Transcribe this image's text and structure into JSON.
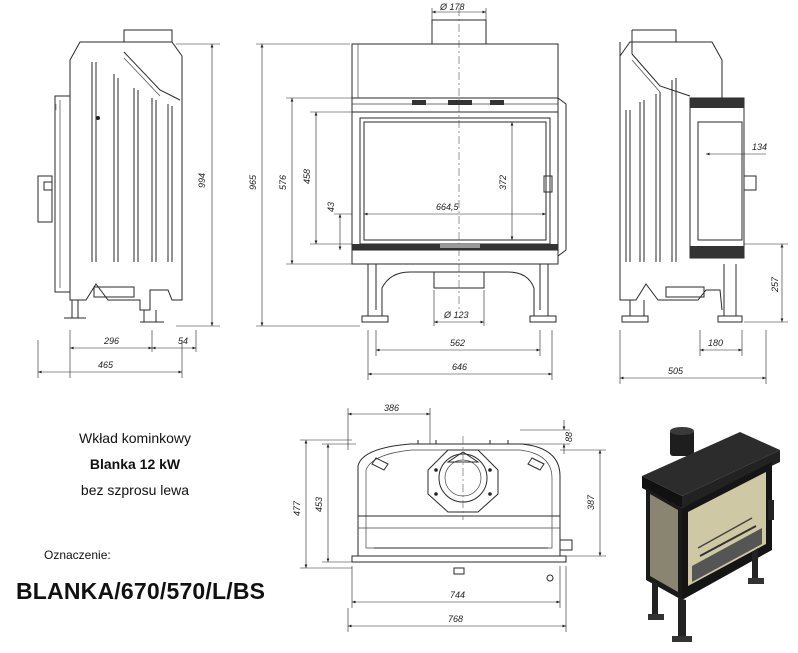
{
  "product": {
    "line1": "Wkład kominkowy",
    "line2": "Blanka 12 kW",
    "line3": "bez szprosu lewa",
    "code_label": "Oznaczenie:",
    "code": "BLANKA/670/570/L/BS"
  },
  "dimensions": {
    "side_left": {
      "height": "994",
      "depth_inner": "296",
      "offset": "54",
      "depth_total": "465"
    },
    "front": {
      "flue": "Ø 178",
      "height_total": "965",
      "door_height": "576",
      "glass_height": "458",
      "bottom_offset": "43",
      "glass_width": "664,5",
      "inner_height": "372",
      "air_inlet": "Ø 123",
      "base_width": "562",
      "width_total": "646"
    },
    "side_right": {
      "glass_width": "134",
      "air_height": "257",
      "base_depth": "180",
      "depth_total": "505"
    },
    "top": {
      "flue_offset": "386",
      "rear_offset": "88",
      "depth_total": "477",
      "depth_mid": "453",
      "depth_front": "387",
      "width_inner": "744",
      "width_total": "768"
    }
  },
  "colors": {
    "line": "#2a2a2a",
    "render_dark": "#1e1e1e",
    "render_glass": "#cfc8a4"
  }
}
